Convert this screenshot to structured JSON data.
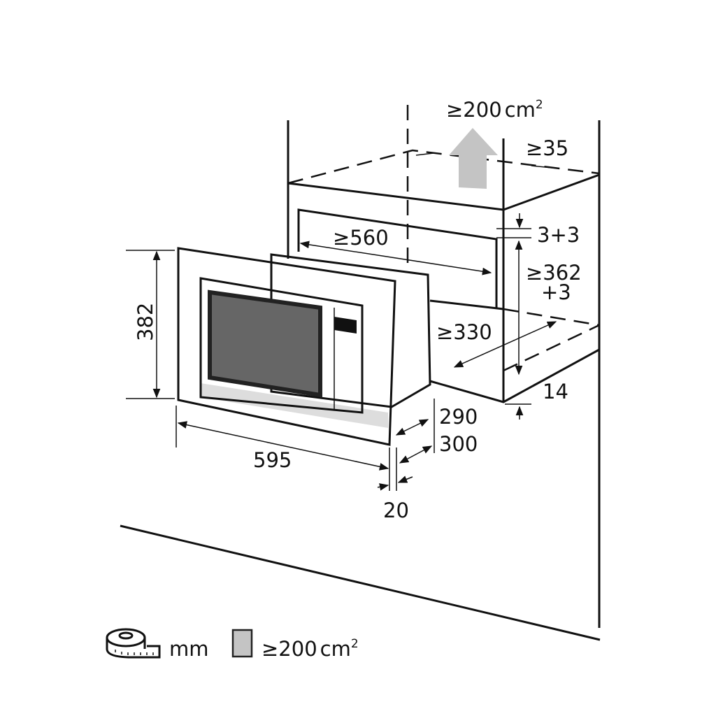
{
  "diagram": {
    "title": "Built-in microwave installation dimensions",
    "vent_area_top": {
      "value": "≥200",
      "unit": "cm",
      "sup": "2"
    },
    "dimensions": {
      "gap_top": "≥35",
      "tolerance_top": "3+3",
      "niche_width": "≥560",
      "niche_height_line1": "≥362",
      "niche_height_line2": "+3",
      "niche_depth": "≥330",
      "base_height": "14",
      "appliance_height": "382",
      "appliance_width": "595",
      "depth_290": "290",
      "depth_300": "300",
      "frame_20": "20"
    },
    "legend": {
      "unit_label": "mm",
      "vent_label": {
        "value": "≥200",
        "unit": "cm",
        "sup": "2"
      }
    },
    "colors": {
      "vent_gray": "#c4c4c4",
      "window_gray": "#666666"
    }
  }
}
